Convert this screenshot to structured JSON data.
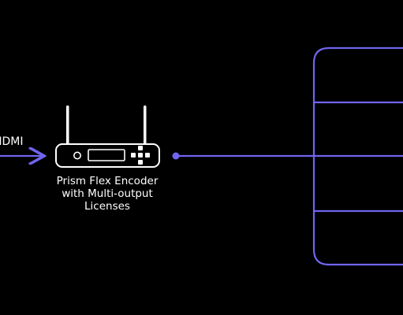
{
  "input": {
    "label": "HDMI"
  },
  "device": {
    "name": "Prism Flex Encoder",
    "caption_lines": [
      "Prism Flex Encoder",
      "with Multi-output",
      "Licenses"
    ]
  },
  "colors": {
    "background": "#000000",
    "accent": "#7065f0",
    "device_stroke": "#ffffff",
    "text": "#ffffff"
  },
  "icons": [
    "antenna-icon",
    "display-icon",
    "dpad-icon"
  ]
}
